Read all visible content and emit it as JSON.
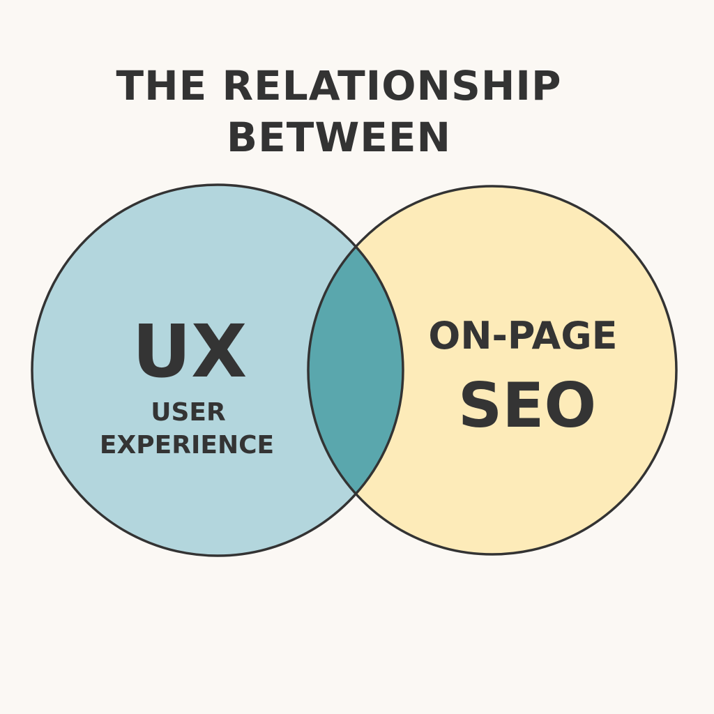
{
  "title": {
    "line1": "THE RELATIONSHIP",
    "line2": "BETWEEN"
  },
  "left_circle": {
    "abbr": "UX",
    "sub_line1": "USER",
    "sub_line2": "EXPERIENCE",
    "fill": "#b3d6dd"
  },
  "right_circle": {
    "line1": "ON-PAGE",
    "line2": "SEO",
    "fill": "#fdebb9"
  },
  "overlap": {
    "fill": "#5aa7ad"
  },
  "colors": {
    "background": "#fbf8f4",
    "outline": "#333333",
    "text": "#343434"
  }
}
